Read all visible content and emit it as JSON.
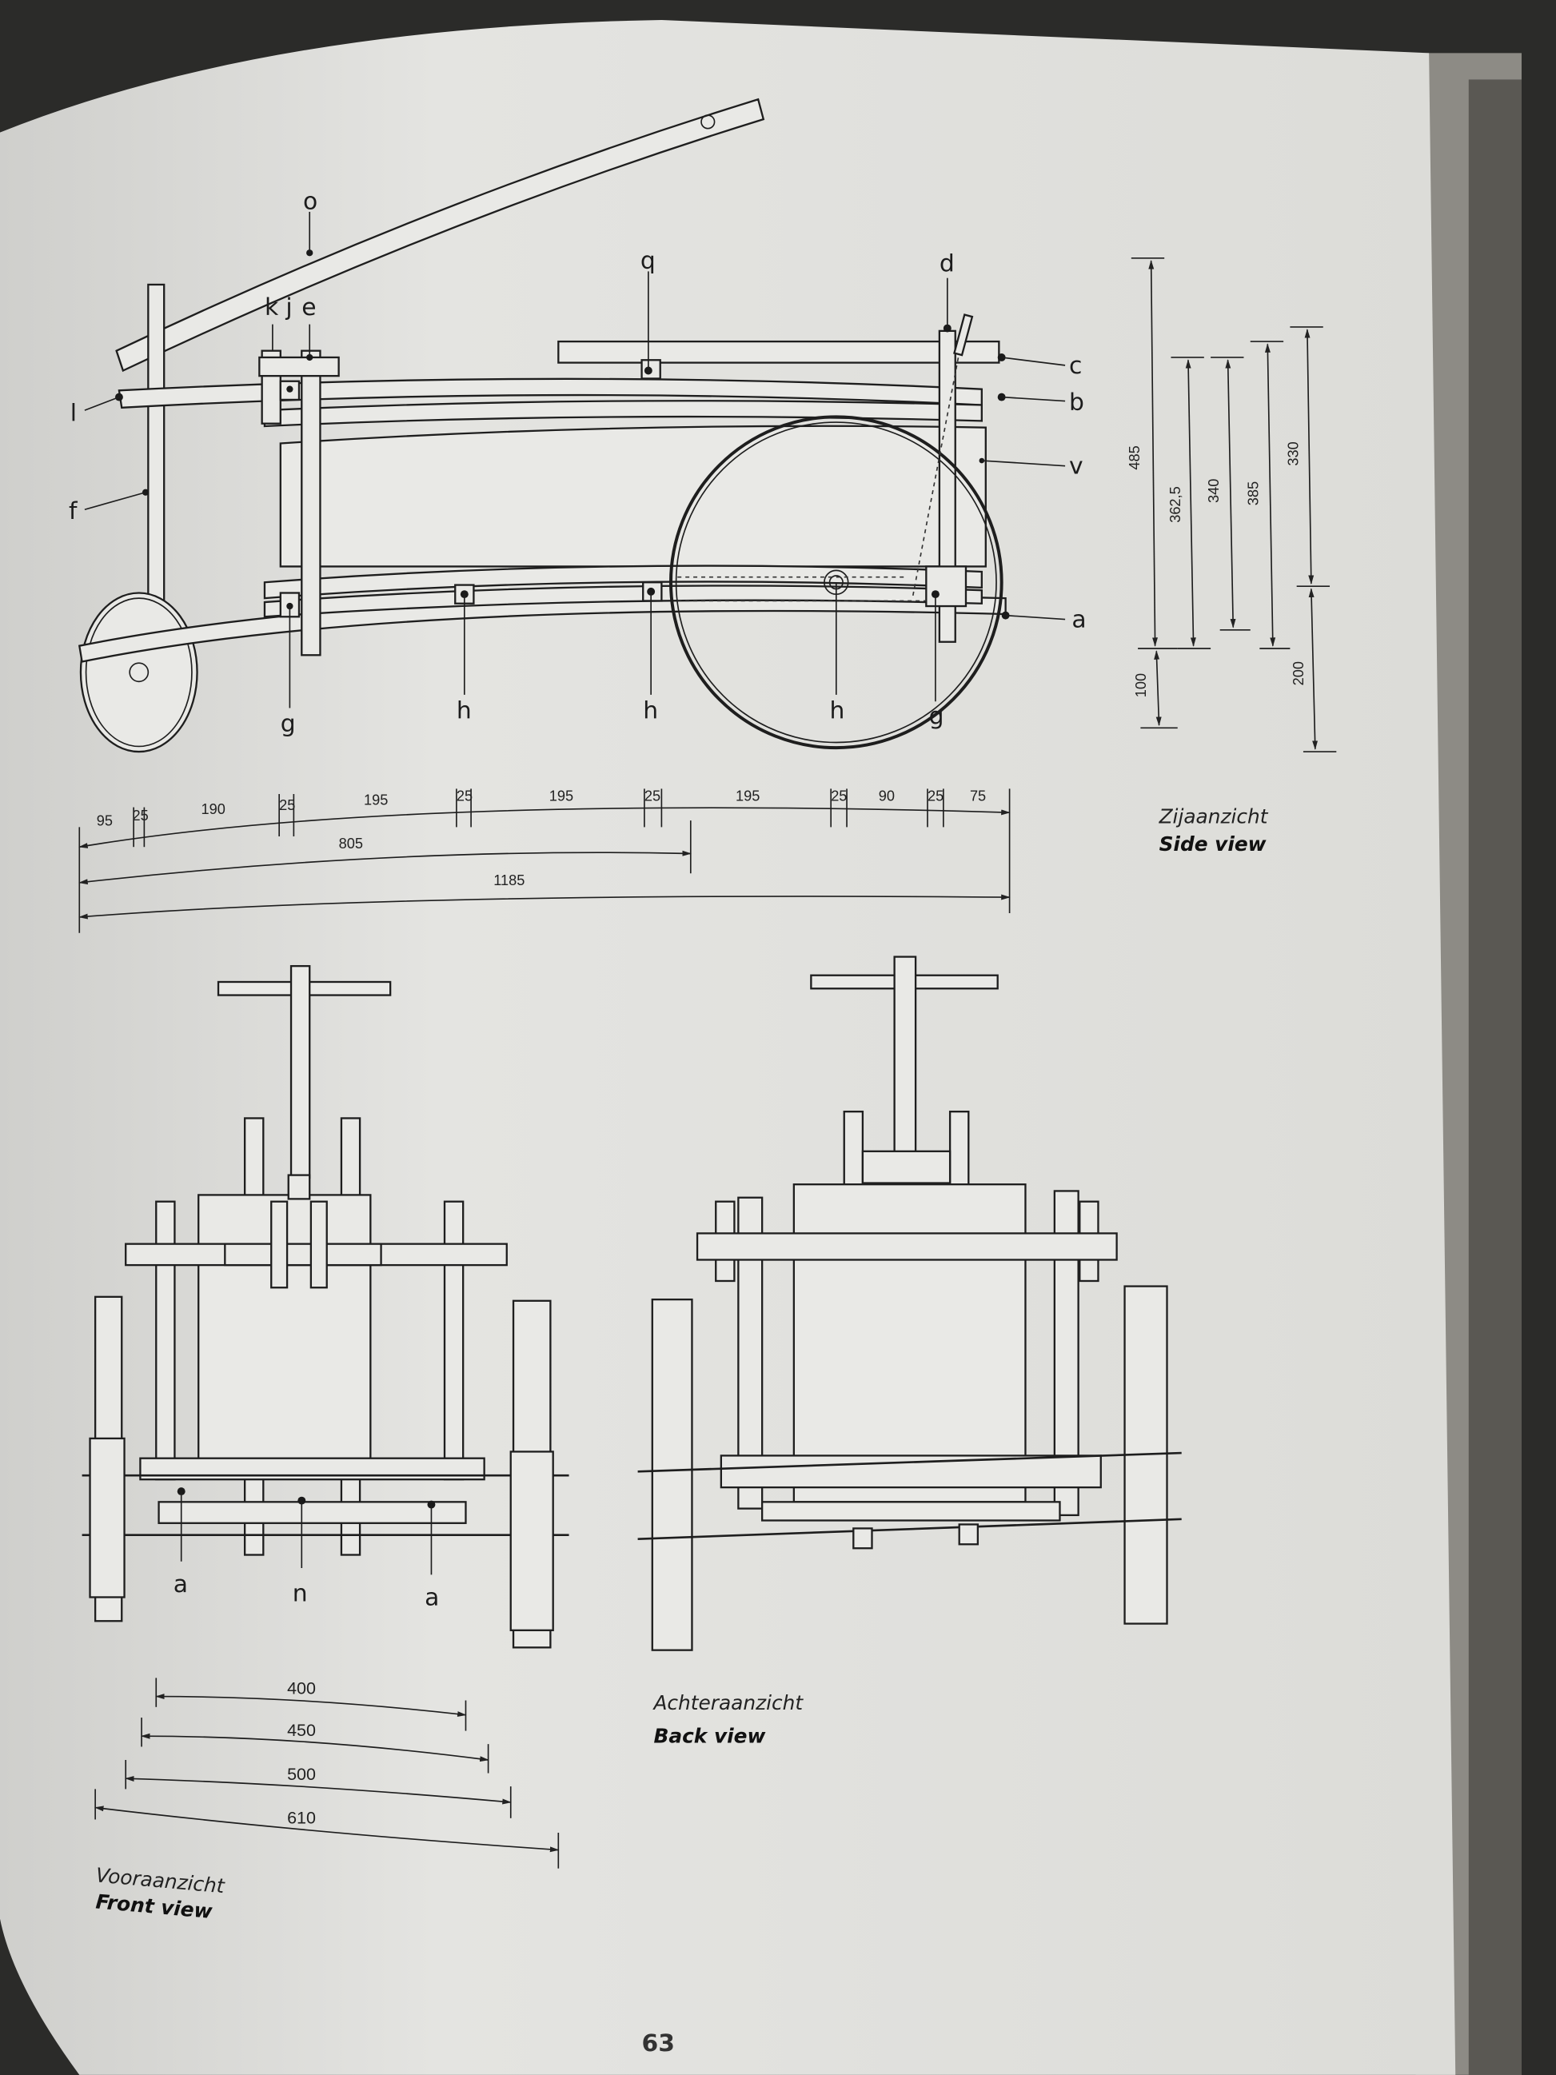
{
  "side_view": {
    "part_labels": {
      "o": "o",
      "k": "k",
      "j": "j",
      "e": "e",
      "q": "q",
      "d": "d",
      "c": "c",
      "b": "b",
      "v": "v",
      "a": "a",
      "l": "l",
      "f": "f",
      "g": "g",
      "h": "h"
    },
    "horizontal_dims": [
      "95",
      "25",
      "190",
      "25",
      "195",
      "25",
      "195",
      "25",
      "195",
      "25",
      "90",
      "25",
      "75"
    ],
    "total_dims": [
      "805",
      "1185"
    ],
    "vertical_dims": [
      "485",
      "100",
      "362,5",
      "340",
      "385",
      "330",
      "200"
    ],
    "caption_nl": "Zijaanzicht",
    "caption_en": "Side view"
  },
  "front_view": {
    "part_labels": [
      "a",
      "n",
      "a"
    ],
    "width_dims": [
      "400",
      "450",
      "500",
      "610"
    ],
    "caption_nl": "Vooraanzicht",
    "caption_en": "Front view"
  },
  "back_view": {
    "caption_nl": "Achteraanzicht",
    "caption_en": "Back view"
  },
  "page_number": "63"
}
